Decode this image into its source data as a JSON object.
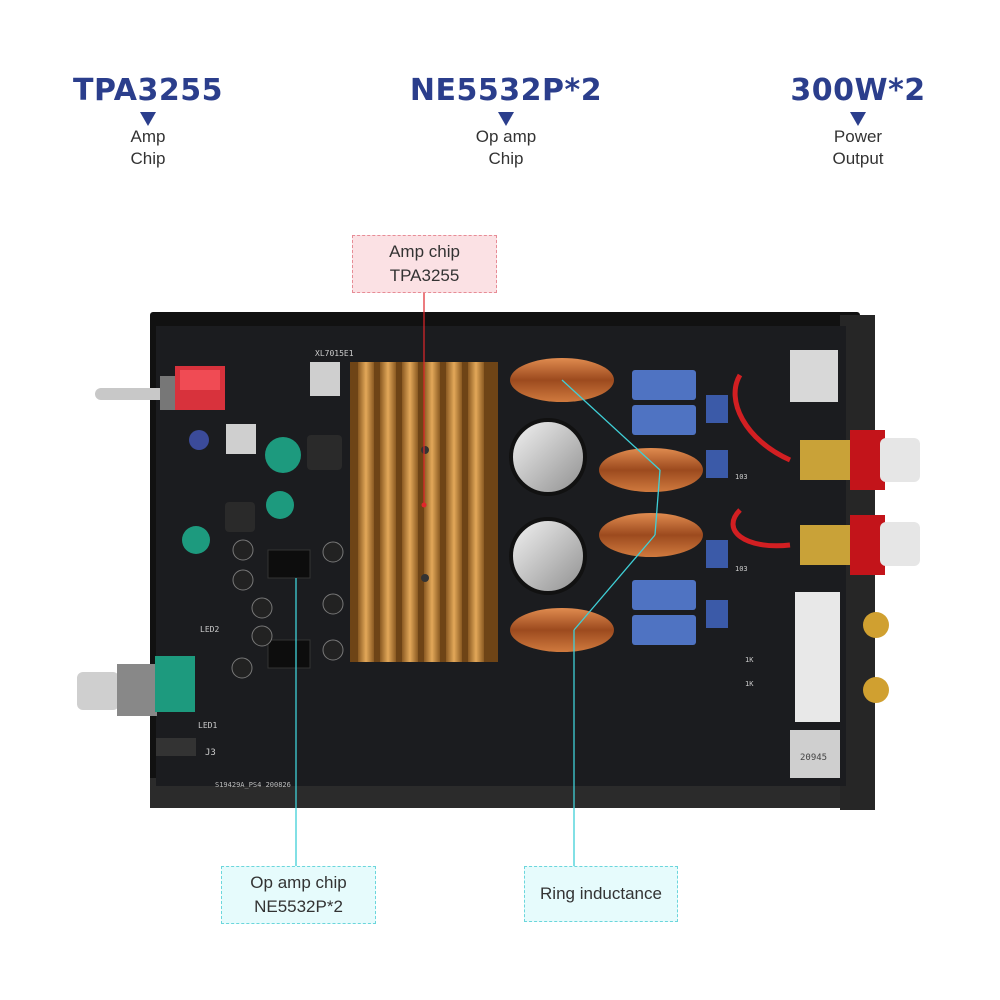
{
  "specs": [
    {
      "title": "TPA3255",
      "line1": "Amp",
      "line2": "Chip"
    },
    {
      "title": "NE5532P*2",
      "line1": "Op amp",
      "line2": "Chip"
    },
    {
      "title": "300W*2",
      "line1": "Power",
      "line2": "Output"
    }
  ],
  "callouts": {
    "amp": {
      "line1": "Amp chip",
      "line2": "TPA3255"
    },
    "opamp": {
      "line1": "Op amp chip",
      "line2": "NE5532P*2"
    },
    "ring": {
      "text": "Ring inductance"
    }
  },
  "board_labels": {
    "xl": "XL7015E1",
    "pcb": "S19429A_PS4 200826",
    "j3": "J3",
    "led2": "LED2",
    "led1": "LED1",
    "chip_103a": "103",
    "chip_103b": "103",
    "res1k_a": "1K",
    "res1k_b": "1K",
    "transformer": "20945"
  },
  "colors": {
    "title_blue": "#2b3e8c",
    "red_callout_border": "#e78c96",
    "cyan_callout_border": "#6bd6dc",
    "heatsink": "#c98a3c"
  }
}
